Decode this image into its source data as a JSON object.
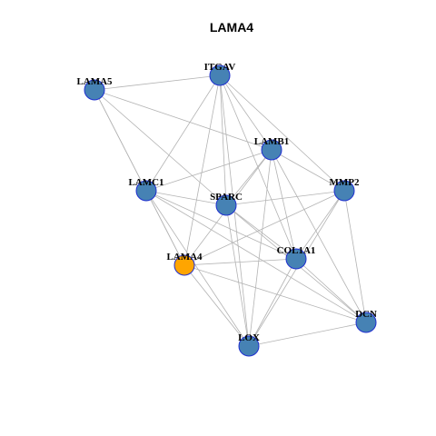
{
  "title": "LAMA4",
  "colors": {
    "default_node": "#4682b4",
    "highlight_node": "#ffa500",
    "node_border": "#1f2fd0",
    "edge": "#b3b3b3"
  },
  "nodes": [
    {
      "id": "LAMA5",
      "label": "LAMA5",
      "highlight": false
    },
    {
      "id": "ITGAV",
      "label": "ITGAV",
      "highlight": false
    },
    {
      "id": "LAMB1",
      "label": "LAMB1",
      "highlight": false
    },
    {
      "id": "LAMC1",
      "label": "LAMC1",
      "highlight": false
    },
    {
      "id": "SPARC",
      "label": "SPARC",
      "highlight": false
    },
    {
      "id": "MMP2",
      "label": "MMP2",
      "highlight": false
    },
    {
      "id": "LAMA4",
      "label": "LAMA4",
      "highlight": true
    },
    {
      "id": "COL1A1",
      "label": "COL1A1",
      "highlight": false
    },
    {
      "id": "DCN",
      "label": "DCN",
      "highlight": false
    },
    {
      "id": "LOX",
      "label": "LOX",
      "highlight": false
    }
  ],
  "edges": [
    [
      "LAMA5",
      "ITGAV"
    ],
    [
      "LAMA5",
      "LAMB1"
    ],
    [
      "LAMA5",
      "LAMC1"
    ],
    [
      "LAMA5",
      "SPARC"
    ],
    [
      "LAMA5",
      "LAMA4"
    ],
    [
      "ITGAV",
      "LAMB1"
    ],
    [
      "ITGAV",
      "LAMC1"
    ],
    [
      "ITGAV",
      "SPARC"
    ],
    [
      "ITGAV",
      "MMP2"
    ],
    [
      "ITGAV",
      "LAMA4"
    ],
    [
      "ITGAV",
      "COL1A1"
    ],
    [
      "ITGAV",
      "LOX"
    ],
    [
      "LAMB1",
      "LAMC1"
    ],
    [
      "LAMB1",
      "SPARC"
    ],
    [
      "LAMB1",
      "MMP2"
    ],
    [
      "LAMB1",
      "COL1A1"
    ],
    [
      "LAMB1",
      "DCN"
    ],
    [
      "LAMB1",
      "LOX"
    ],
    [
      "LAMB1",
      "LAMA4"
    ],
    [
      "LAMC1",
      "SPARC"
    ],
    [
      "LAMC1",
      "COL1A1"
    ],
    [
      "LAMC1",
      "LAMA4"
    ],
    [
      "LAMC1",
      "LOX"
    ],
    [
      "LAMC1",
      "DCN"
    ],
    [
      "SPARC",
      "MMP2"
    ],
    [
      "SPARC",
      "COL1A1"
    ],
    [
      "SPARC",
      "LOX"
    ],
    [
      "SPARC",
      "DCN"
    ],
    [
      "MMP2",
      "COL1A1"
    ],
    [
      "MMP2",
      "DCN"
    ],
    [
      "MMP2",
      "LAMA4"
    ],
    [
      "MMP2",
      "LOX"
    ],
    [
      "LAMA4",
      "COL1A1"
    ],
    [
      "LAMA4",
      "DCN"
    ],
    [
      "LAMA4",
      "LOX"
    ],
    [
      "COL1A1",
      "DCN"
    ],
    [
      "COL1A1",
      "LOX"
    ],
    [
      "LOX",
      "DCN"
    ]
  ]
}
